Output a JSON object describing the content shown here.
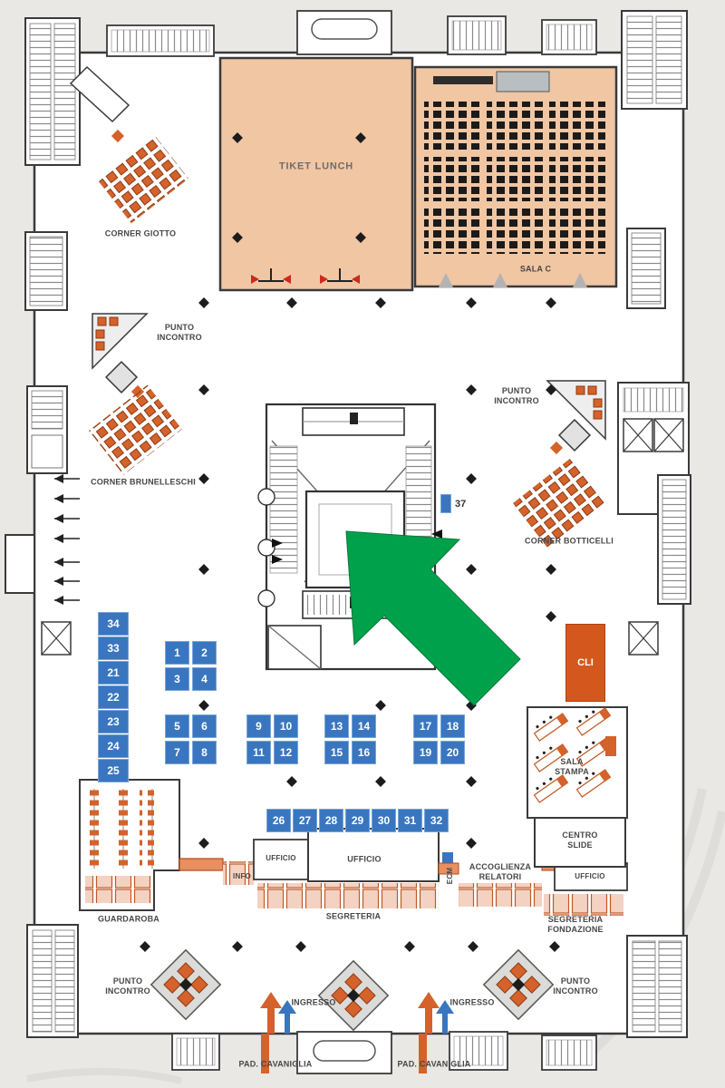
{
  "page": {
    "type": "venue-floorplan"
  },
  "colors": {
    "background": "#e9e8e5",
    "wall": "#3a3a3a",
    "room_peach": "#f1c6a3",
    "accent_orange": "#d4622a",
    "booth_blue": "#3a76bf",
    "arrow_green": "#00a14b",
    "cli_orange": "#d4581d"
  },
  "labels": {
    "tiket_lunch": "TIKET LUNCH",
    "sala_c": "SALA C",
    "corner_giotto": "CORNER GIOTTO",
    "punto_incontro": "PUNTO\nINCONTRO",
    "corner_brunelleschi": "CORNER BRUNELLESCHI",
    "corner_botticelli": "CORNER BOTTICELLI",
    "cli": "CLI",
    "sala_stampa": "SALA\nSTAMPA",
    "centro_slide": "CENTRO\nSLIDE",
    "ufficio": "UFFICIO",
    "info": "INFO",
    "segreteria": "SEGRETERIA",
    "ecm": "ECM",
    "accoglienza_relatori": "ACCOGLIENZA\nRELATORI",
    "segreteria_fondazione": "SEGRETERIA\nFONDAZIONE",
    "guardaroba": "GUARDAROBA",
    "ingresso": "INGRESSO",
    "pad_cavaniglia": "PAD. CAVANIGLIA"
  },
  "booths": {
    "left_column": [
      "34",
      "33",
      "21",
      "22",
      "23",
      "24",
      "25"
    ],
    "quad_1": [
      "1",
      "2",
      "3",
      "4"
    ],
    "quad_2": [
      "5",
      "6",
      "7",
      "8"
    ],
    "quad_3": [
      "9",
      "10",
      "11",
      "12"
    ],
    "quad_4": [
      "13",
      "14",
      "15",
      "16"
    ],
    "quad_5": [
      "17",
      "18",
      "19",
      "20"
    ],
    "center_row": [
      "26",
      "27",
      "28",
      "29",
      "30",
      "31",
      "32"
    ],
    "single": "37"
  }
}
